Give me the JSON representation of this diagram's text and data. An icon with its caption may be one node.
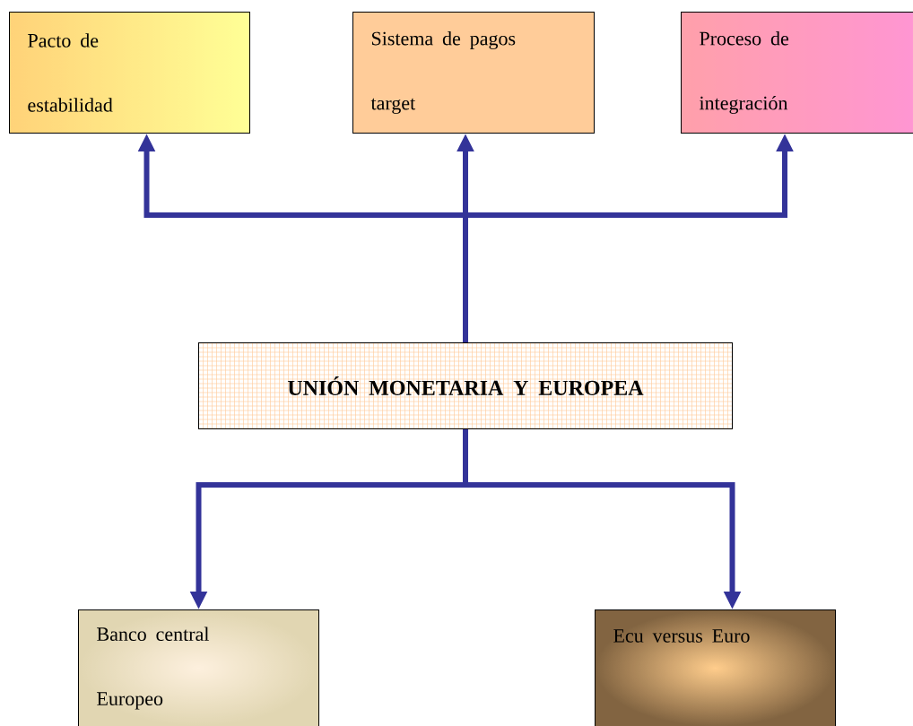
{
  "diagram": {
    "nodes": [
      {
        "text": [
          "Pacto de estabilidad"
        ]
      },
      {
        "text": [
          "Sistema de pagos target"
        ]
      },
      {
        "text": [
          "Proceso de integración"
        ]
      },
      {
        "text": [
          "UNIÓN MONETARIA Y EUROPEA"
        ]
      },
      {
        "text": [
          "Banco central Europeo"
        ]
      },
      {
        "text": [
          "Ecu versus Euro"
        ]
      }
    ],
    "edges": [
      {
        "from": 3,
        "to": 0,
        "arrow": "to"
      },
      {
        "from": 3,
        "to": 1,
        "arrow": "to"
      },
      {
        "from": 3,
        "to": 2,
        "arrow": "to"
      },
      {
        "from": 3,
        "to": 4,
        "arrow": "to"
      },
      {
        "from": 3,
        "to": 5,
        "arrow": "to"
      }
    ]
  }
}
